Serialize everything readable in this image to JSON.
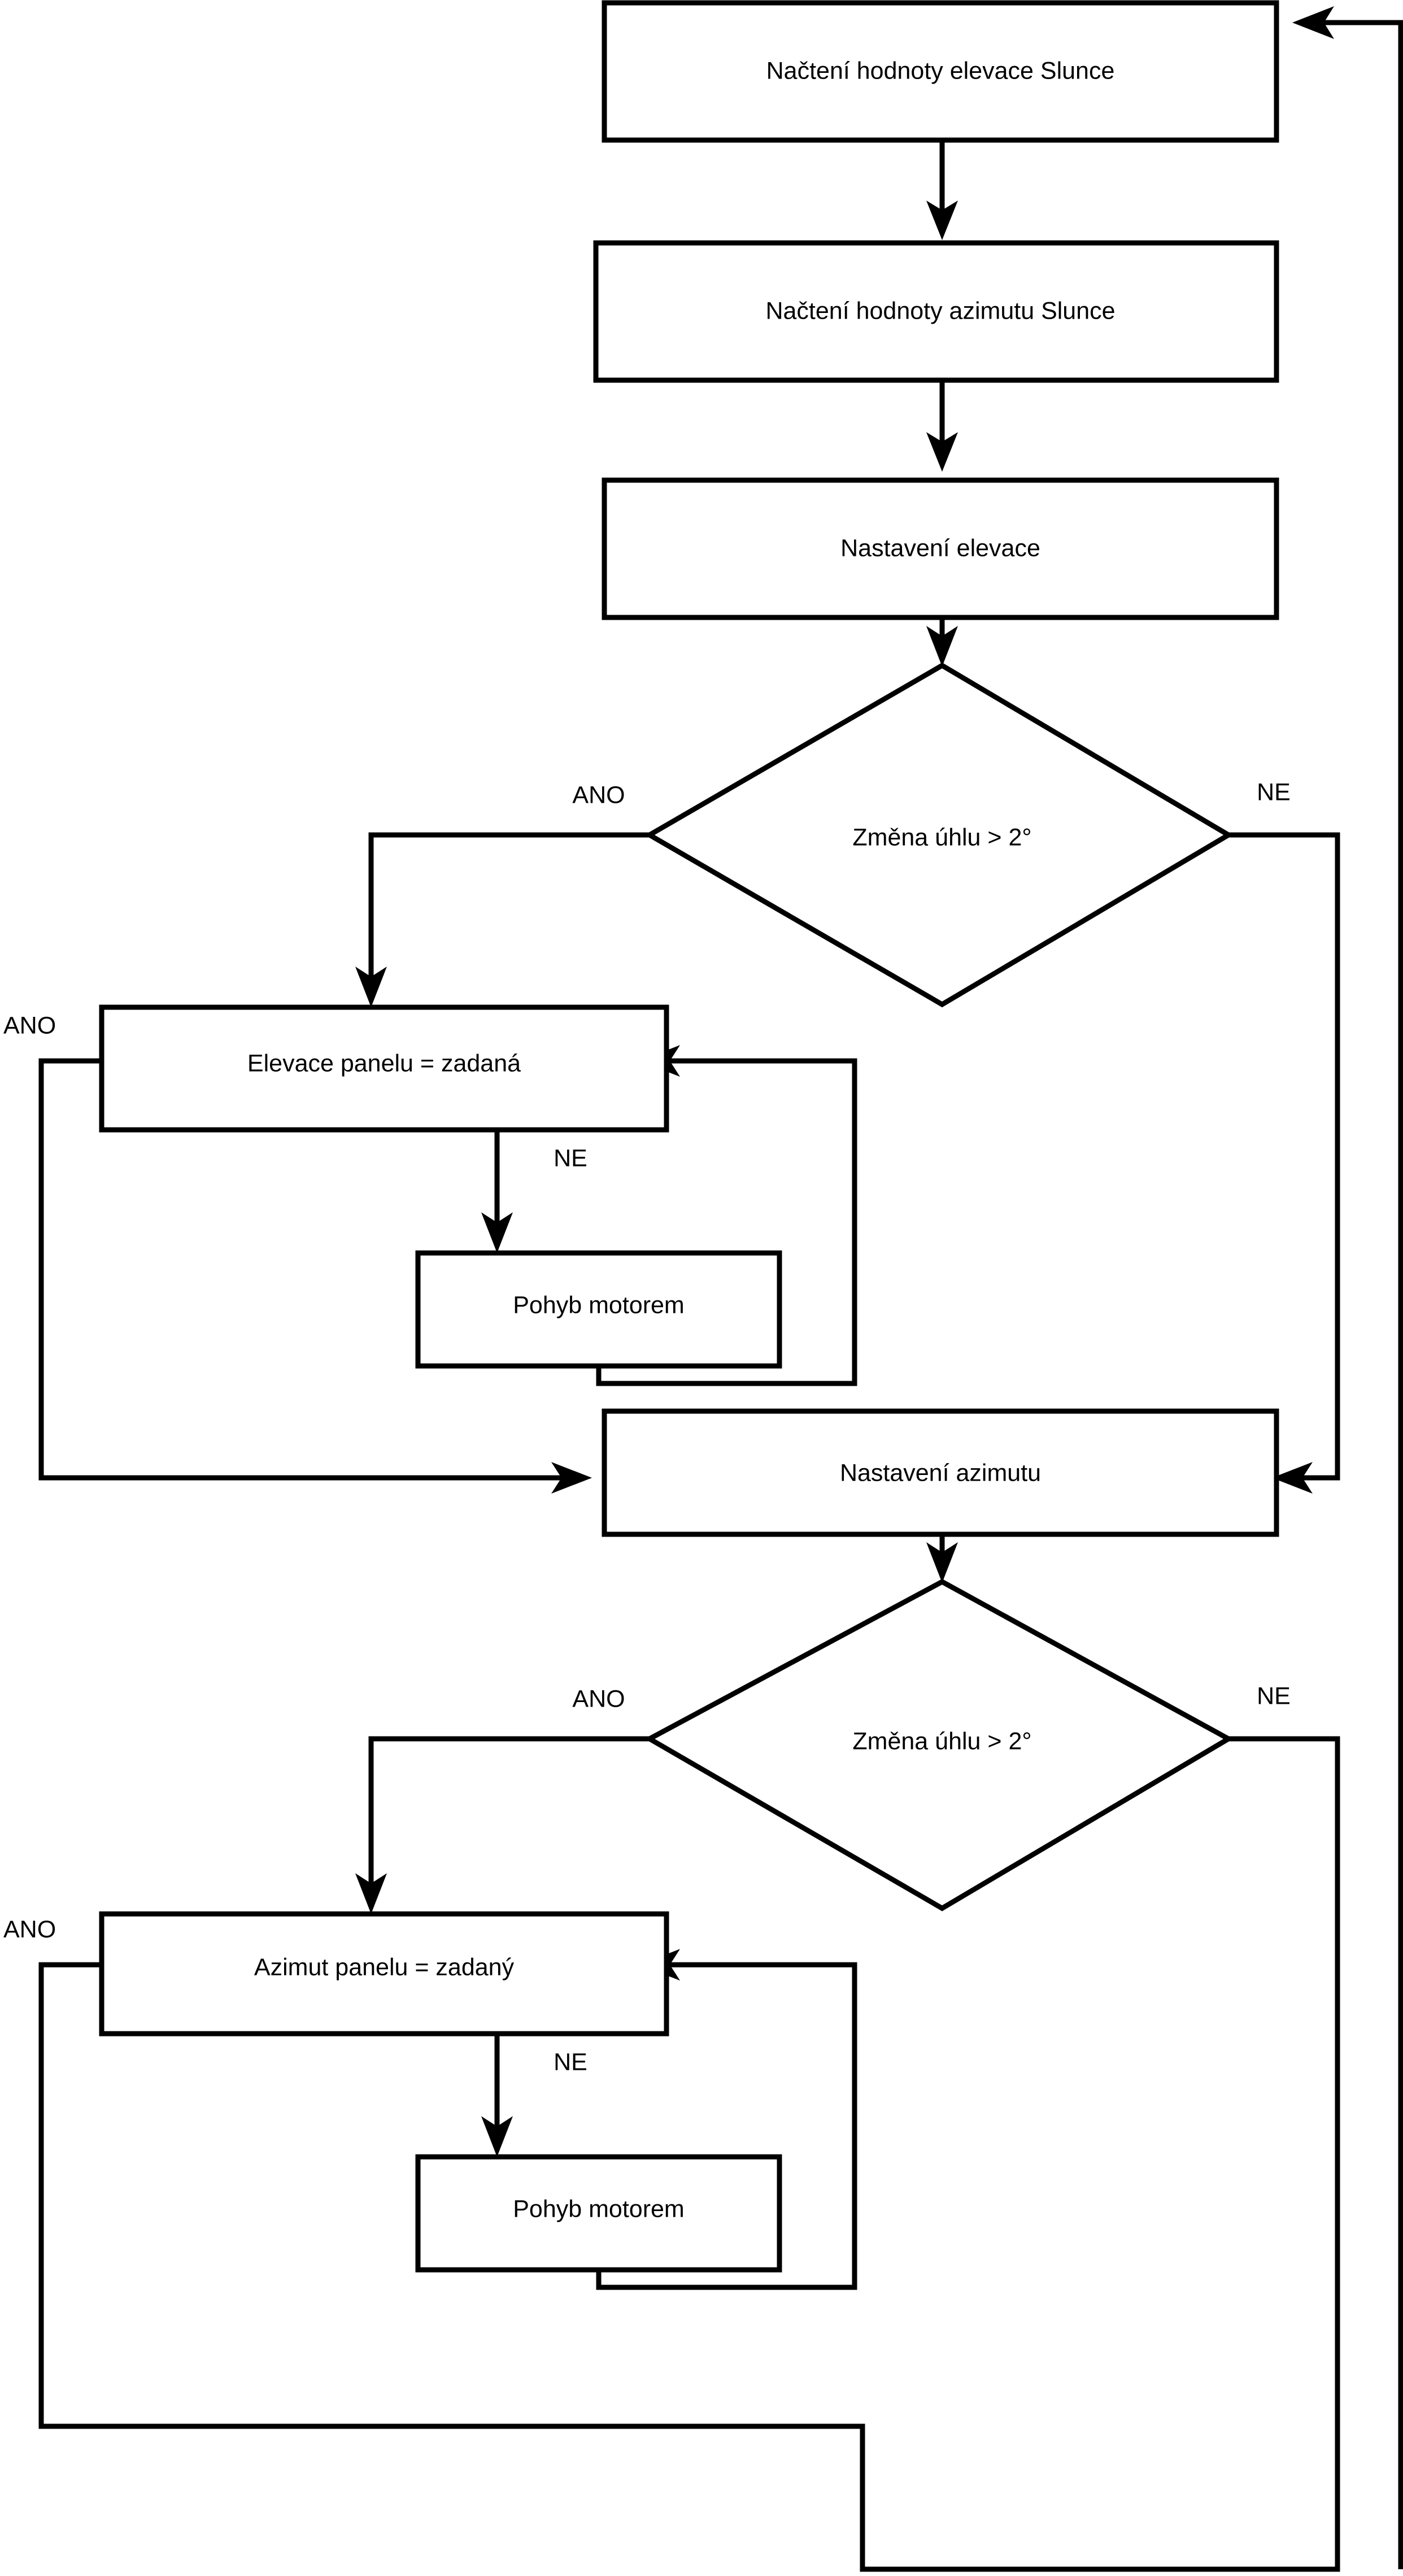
{
  "diagram": {
    "type": "flowchart",
    "language": "cs",
    "title": "Solar panel tracking control flowchart",
    "nodes": [
      {
        "id": "read_elevation",
        "shape": "process",
        "label": "Načtení hodnoty elevace Slunce"
      },
      {
        "id": "read_azimuth",
        "shape": "process",
        "label": "Načtení hodnoty azimutu Slunce"
      },
      {
        "id": "set_elevation",
        "shape": "process",
        "label": "Nastavení elevace"
      },
      {
        "id": "decision_elev",
        "shape": "decision",
        "label": "Změna úhlu > 2°"
      },
      {
        "id": "panel_elev_eq",
        "shape": "process",
        "label": "Elevace panelu = zadaná"
      },
      {
        "id": "motor_move_1",
        "shape": "process",
        "label": "Pohyb motorem"
      },
      {
        "id": "set_azimuth",
        "shape": "process",
        "label": "Nastavení azimutu"
      },
      {
        "id": "decision_azim",
        "shape": "decision",
        "label": "Změna úhlu > 2°"
      },
      {
        "id": "panel_azim_eq",
        "shape": "process",
        "label": "Azimut panelu = zadaný"
      },
      {
        "id": "motor_move_2",
        "shape": "process",
        "label": "Pohyb motorem"
      }
    ],
    "edge_labels": {
      "decision_elev_yes": "ANO",
      "decision_elev_no": "NE",
      "panel_elev_yes": "ANO",
      "panel_elev_no": "NE",
      "decision_azim_yes": "ANO",
      "decision_azim_no": "NE",
      "panel_azim_yes": "ANO",
      "panel_azim_no": "NE"
    },
    "colors": {
      "stroke": "#000000",
      "fill": "#ffffff",
      "text": "#000000"
    }
  }
}
